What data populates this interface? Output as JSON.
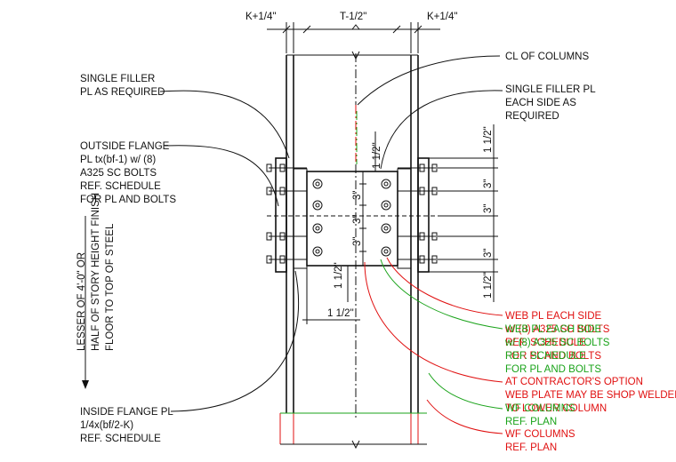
{
  "dimensions": {
    "k_left": "K+1/4\"",
    "t_half": "T-1/2\"",
    "k_right": "K+1/4\"",
    "edge_top": "1 1/2\"",
    "edge_bottom": "1 1/2\"",
    "gage_1": "3\"",
    "gage_2": "3\"",
    "gage_3": "3\"",
    "right_edge_top": "1 1/2\"",
    "right_pitch_1": "3\"",
    "right_pitch_2": "3\"",
    "right_pitch_3": "3\"",
    "right_edge_bottom": "1 1/2\"",
    "bottom_edge": "1 1/2\"",
    "left_edge": "1 1/2\""
  },
  "left_notes": {
    "single_filler": [
      "SINGLE FILLER",
      "PL AS REQUIRED"
    ],
    "outside_flange": [
      "OUTSIDE FLANGE",
      "PL tx(bf-1) w/ (8)",
      "A325 SC BOLTS",
      "REF. SCHEDULE",
      "FOR PL AND BOLTS"
    ],
    "splice_location": [
      "LESSER OF 4'-0\" OR",
      "HALF OF STORY HEIGHT FINISH",
      "FLOOR TO TOP OF STEEL"
    ],
    "inside_flange": [
      "INSIDE FLANGE PL",
      "1/4x(bf/2-K)",
      "REF. SCHEDULE"
    ]
  },
  "right_notes": {
    "cl_columns": "CL OF COLUMNS",
    "single_filler_each_side": [
      "SINGLE FILLER PL",
      "EACH SIDE AS",
      "REQUIRED"
    ],
    "red": {
      "web_pl": [
        "WEB PL EACH SIDE",
        "w/ (8) A325 SC BOLTS",
        "REF. SCHEDULE",
        "FOR PL AND BOLTS"
      ],
      "contractor": [
        "AT CONTRACTOR'S OPTION",
        "WEB PLATE MAY BE SHOP WELDED",
        "TO LOWER COLUMN"
      ],
      "wf_columns": [
        "WF COLUMNS",
        "REF. PLAN"
      ]
    },
    "green": {
      "web_pl": [
        "WEB PL EACH SIDE",
        "w/ (8) A325 SC BOLTS",
        "REF. SCHEDULE",
        "FOR PL AND BOLTS"
      ],
      "wf_columns": [
        "WF COLUMNS",
        "REF. PLAN"
      ]
    }
  },
  "colors": {
    "linework": "#111111",
    "revision_red": "#e01010",
    "revision_green": "#1aa31a"
  }
}
